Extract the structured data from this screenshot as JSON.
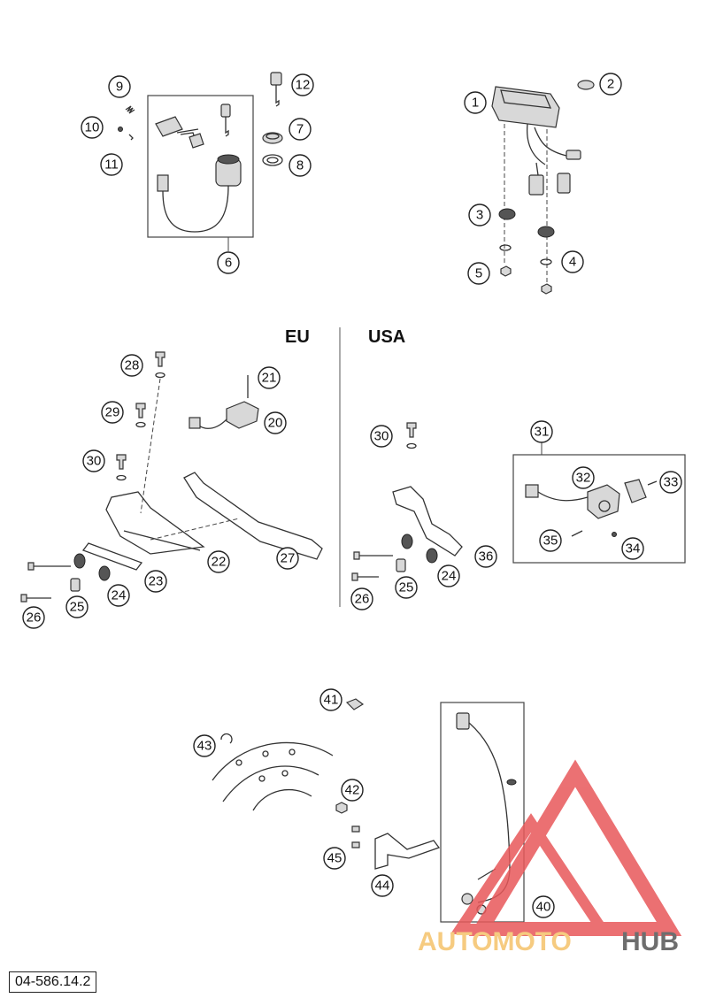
{
  "labels": {
    "eu": "EU",
    "usa": "USA"
  },
  "document_number": "04-586.14.2",
  "watermark": {
    "part1": "AUTOMOTO",
    "part2": "HUB",
    "color1": "#f5c26b",
    "color2": "#555555",
    "logo_color": "#e8585a"
  },
  "callouts": [
    "1",
    "2",
    "3",
    "4",
    "5",
    "6",
    "7",
    "8",
    "9",
    "10",
    "11",
    "12",
    "20",
    "21",
    "22",
    "23",
    "24",
    "25",
    "26",
    "27",
    "28",
    "29",
    "30",
    "31",
    "32",
    "33",
    "34",
    "35",
    "36",
    "40",
    "41",
    "42",
    "43",
    "44",
    "45"
  ]
}
